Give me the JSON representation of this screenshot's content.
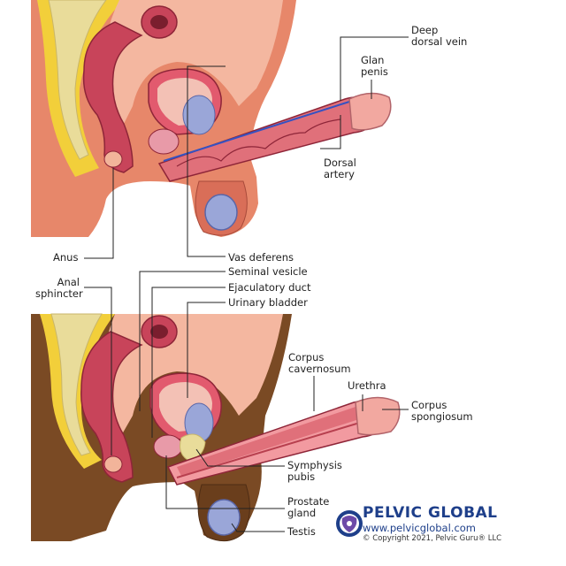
{
  "labels": {
    "deep_dorsal_vein": "Deep\ndorsal vein",
    "glan_penis": "Glan\npenis",
    "dorsal_artery": "Dorsal\nartery",
    "anus": "Anus",
    "vas_deferens": "Vas deferens",
    "seminal_vesicle": "Seminal vesicle",
    "anal_sphincter": "Anal\nsphincter",
    "ejaculatory_duct": "Ejaculatory duct",
    "urinary_bladder": "Urinary bladder",
    "corpus_cavernosum": "Corpus\ncavernosum",
    "urethra": "Urethra",
    "corpus_spongiosum": "Corpus\nspongiosum",
    "symphysis_pubis": "Symphysis\npubis",
    "prostate_gland": "Prostate\ngland",
    "testis": "Testis"
  },
  "brand": {
    "name": "PELVIC GLOBAL",
    "url": "www.pelvicglobal.com",
    "copyright": "© Copyright 2021, Pelvic Guru® LLC",
    "logo_icon": "pelvis-globe-icon"
  },
  "colors": {
    "skin_top": "#e7876a",
    "skin_bottom": "#7a4a24",
    "muscle": "#c8445a",
    "fat": "#f2cf3a",
    "testis": "#9aa6d8",
    "vein": "#3552c2",
    "brand": "#1e3f8a"
  }
}
